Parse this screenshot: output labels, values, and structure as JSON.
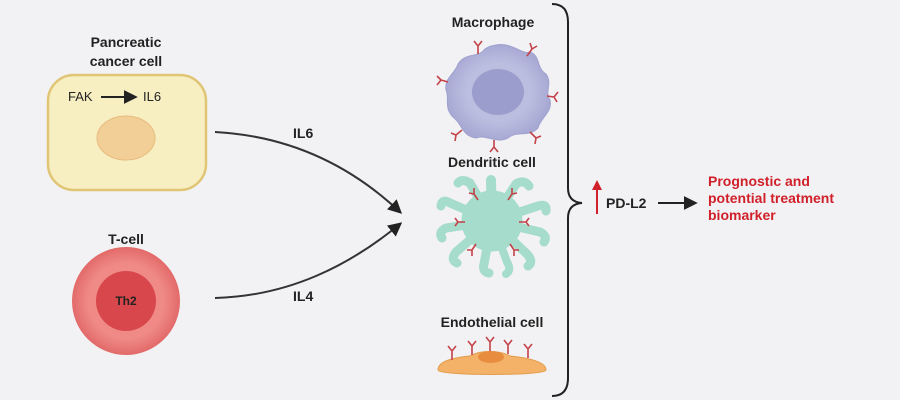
{
  "pancreatic": {
    "title_line1": "Pancreatic",
    "title_line2": "cancer cell",
    "fak": "FAK",
    "il6": "IL6"
  },
  "tcell": {
    "title": "T-cell",
    "th2": "Th2"
  },
  "arrows": {
    "il6": "IL6",
    "il4": "IL4"
  },
  "cells": {
    "macrophage": "Macrophage",
    "dendritic": "Dendritic cell",
    "endothelial": "Endothelial cell"
  },
  "pdl2": "PD-L2",
  "outcome": {
    "line1": "Prognostic and",
    "line2": "potential treatment",
    "line3": "biomarker"
  },
  "colors": {
    "cancer_cell": "#f7eec2",
    "cancer_border": "#e0c575",
    "nucleus": "#f2cf96",
    "tcell_outer": "#eb7a78",
    "tcell_inner": "#d8474b",
    "macrophage": "#b6b8dd",
    "dendritic": "#a5dccb",
    "endothelial": "#f3b268",
    "receptor": "#c4424a",
    "accent_red": "#d0202a"
  }
}
